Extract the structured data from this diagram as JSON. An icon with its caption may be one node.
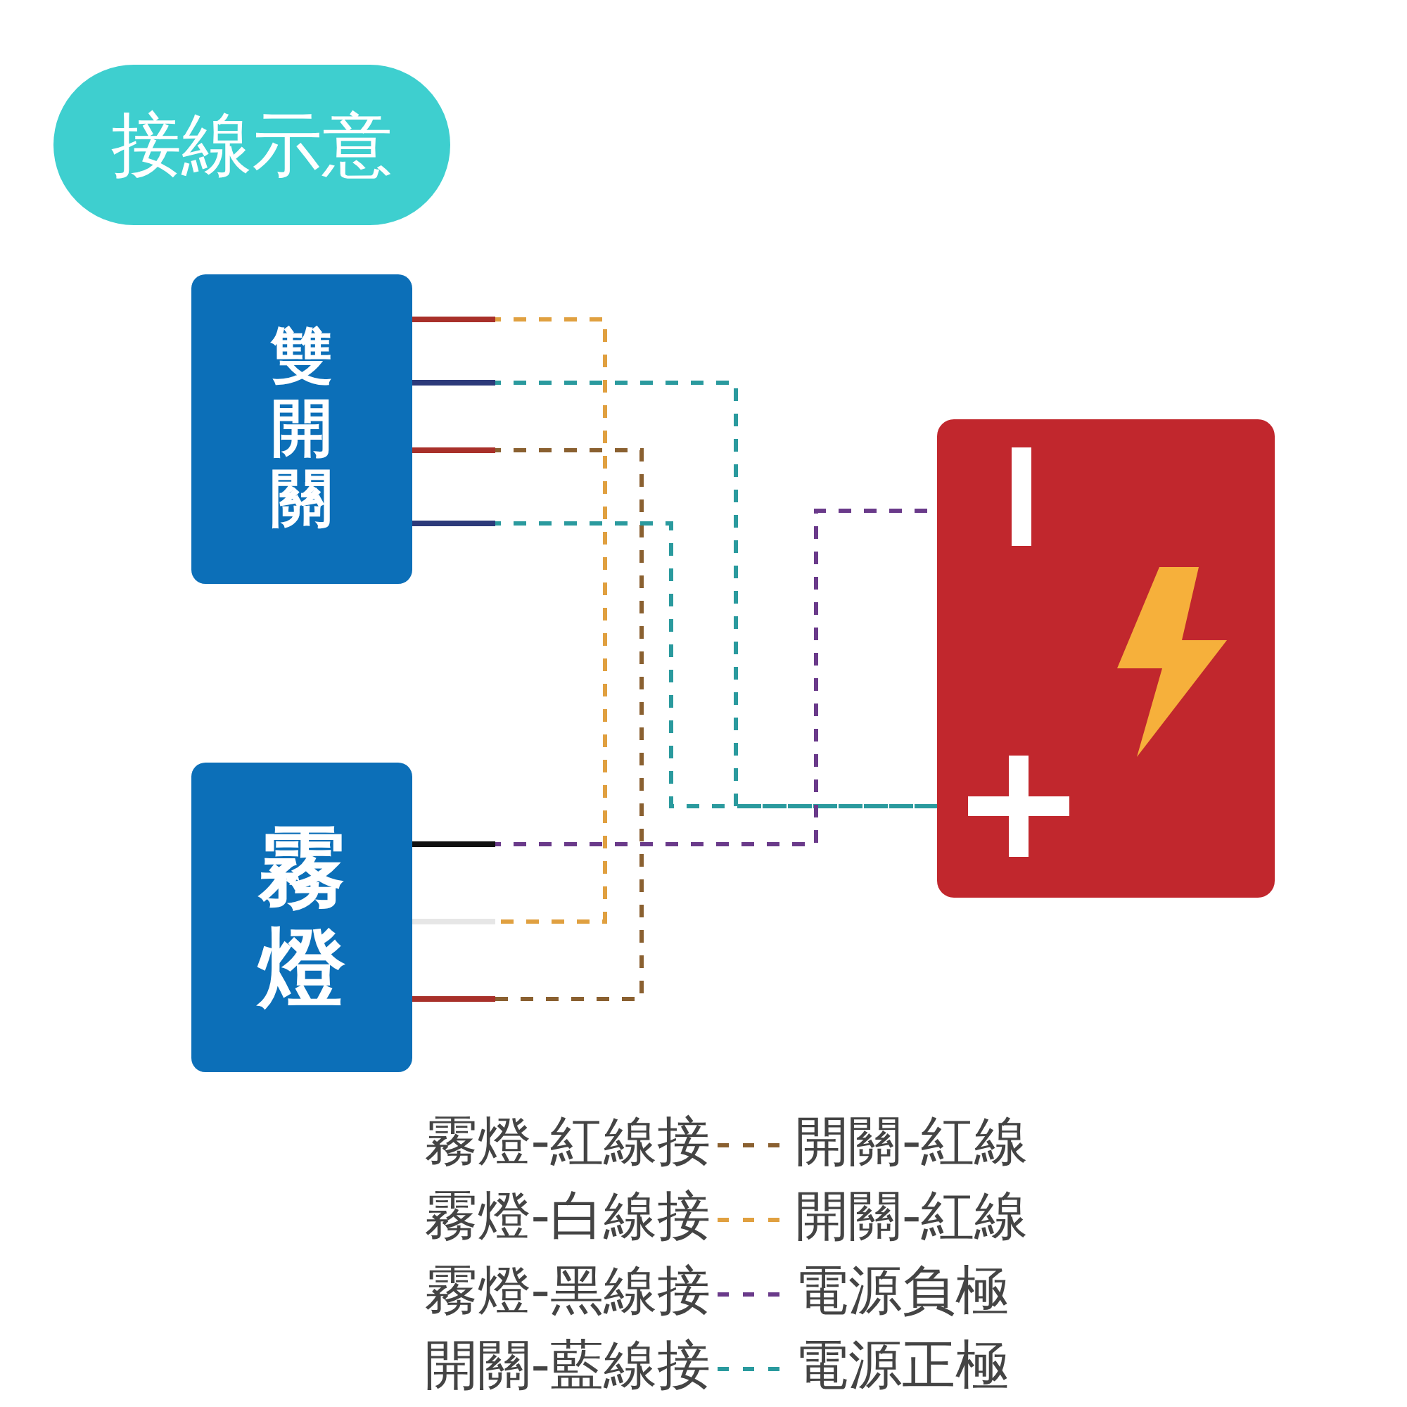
{
  "diagram": {
    "title": "接線示意",
    "nodes": [
      {
        "text": [
          "雙開關"
        ]
      },
      {
        "text": [
          "霧燈"
        ]
      },
      {
        "text": [],
        "shape": "box"
      },
      {
        "text": [],
        "shape": "bar",
        "in": 2
      },
      {
        "text": [],
        "shape": "picture",
        "in": 2
      }
    ],
    "edges": [
      {
        "from": 0,
        "to": 1,
        "arrow": "none",
        "style": "dashed",
        "color": "#e0a040"
      },
      {
        "from": 0,
        "to": 4,
        "arrow": "none",
        "style": "dashed",
        "color": "#2a9a9e"
      },
      {
        "from": 0,
        "to": 1,
        "arrow": "none",
        "style": "dashed",
        "color": "#8a6030"
      },
      {
        "from": 0,
        "to": 4,
        "arrow": "none",
        "style": "dashed",
        "color": "#2a9a9e"
      },
      {
        "from": 1,
        "to": 3,
        "arrow": "none",
        "style": "dashed",
        "color": "#6a3a8a"
      }
    ],
    "labels": [
      "霧燈-紅線接",
      "開關-紅線",
      "霧燈-白線接",
      "開關-紅線",
      "霧燈-黑線接",
      "電源負極",
      "開關-藍線接",
      "電源正極"
    ]
  }
}
